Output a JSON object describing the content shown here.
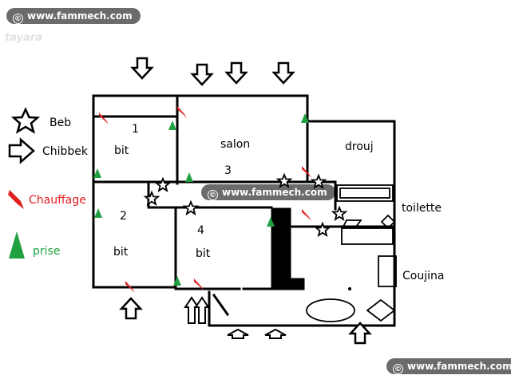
{
  "watermark": {
    "text": "www.fammech.com",
    "brand_faint": "tayara"
  },
  "legend": {
    "door": "Beb",
    "window": "Chibbek",
    "heating": "Chauffage",
    "outlet": "prise"
  },
  "rooms": {
    "room1_number": "1",
    "room1_name": "bit",
    "salon": "salon",
    "room3_number": "3",
    "drouj": "drouj",
    "room2_number": "2",
    "room2_name": "bit",
    "room4_number": "4",
    "room4_name": "bit",
    "toilette": "toilette",
    "coujina": "Coujina"
  },
  "colors": {
    "heating": "#e02020",
    "outlet": "#20a040",
    "walls": "#000000",
    "legend_heating_text": "#e02020",
    "legend_outlet_text": "#20a040",
    "watermark_bg": "#6b6b6b"
  }
}
